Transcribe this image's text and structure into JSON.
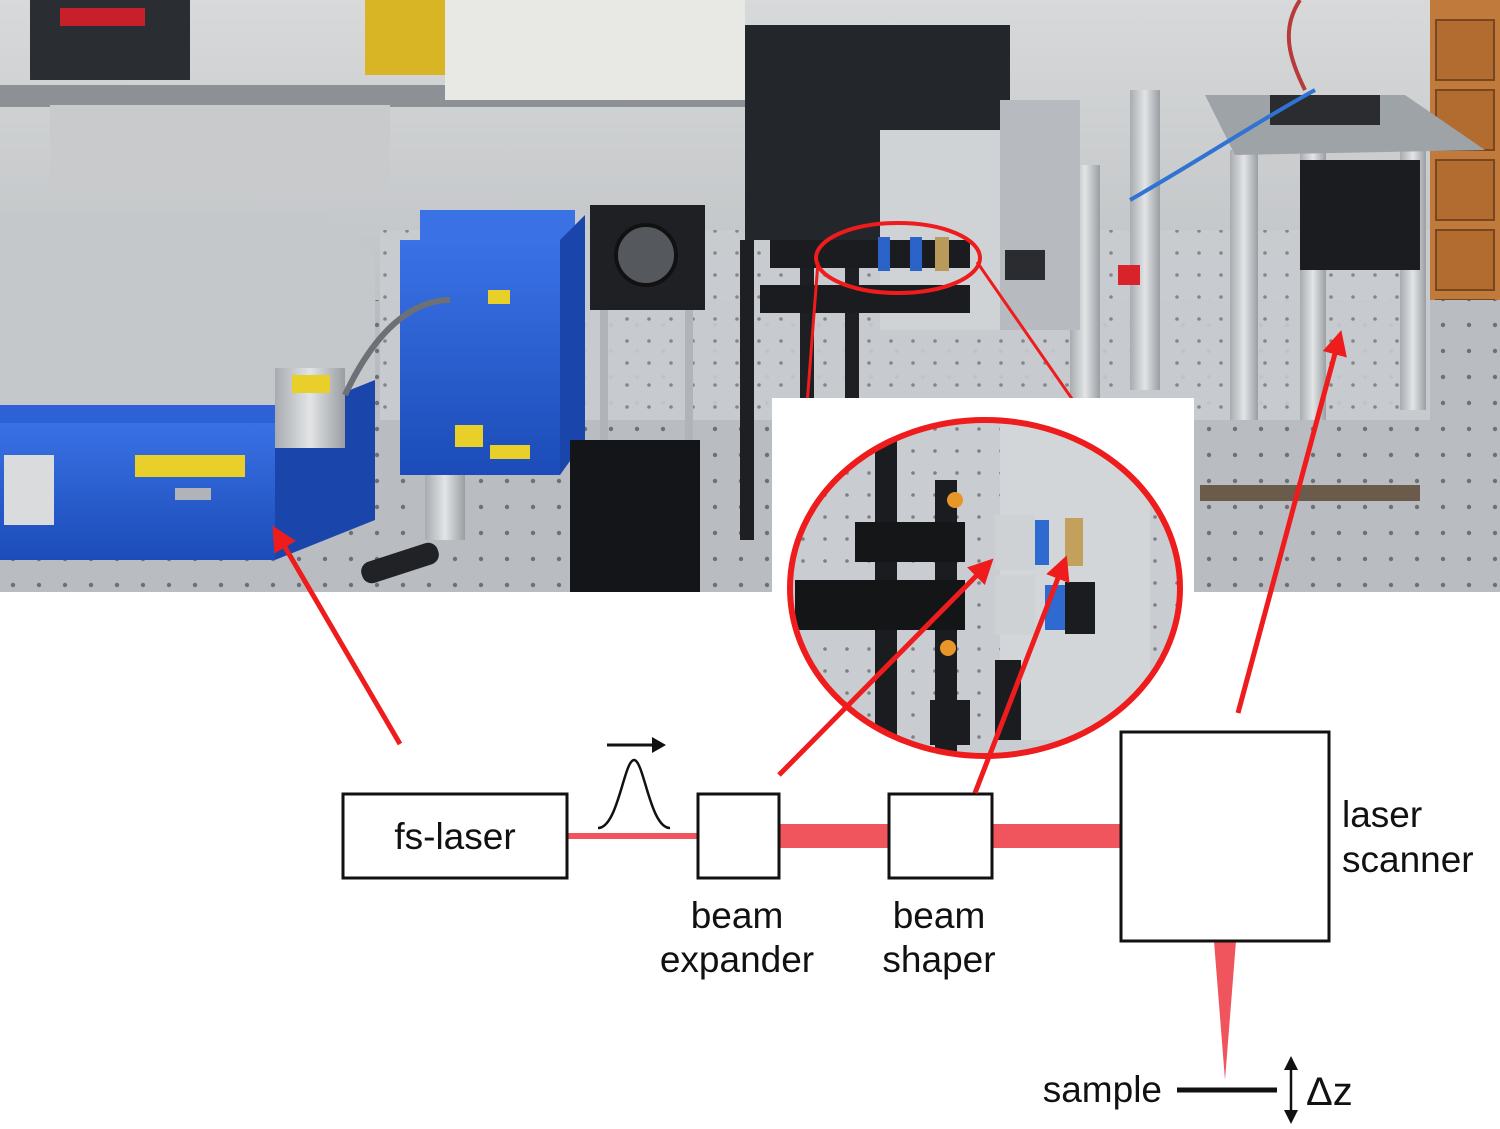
{
  "colors": {
    "beam": "#f0545c",
    "arrow": "#ee1c1c",
    "ink": "#111111",
    "table": "#b8bcc0",
    "laser_blue": "#1f55c8"
  },
  "diagram": {
    "fs_laser_label": "fs-laser",
    "expander_label": [
      "beam",
      "expander"
    ],
    "shaper_label": [
      "beam",
      "shaper"
    ],
    "scanner_label": [
      "laser",
      "scanner"
    ],
    "sample_label": "sample",
    "dz_label": "Δz"
  }
}
